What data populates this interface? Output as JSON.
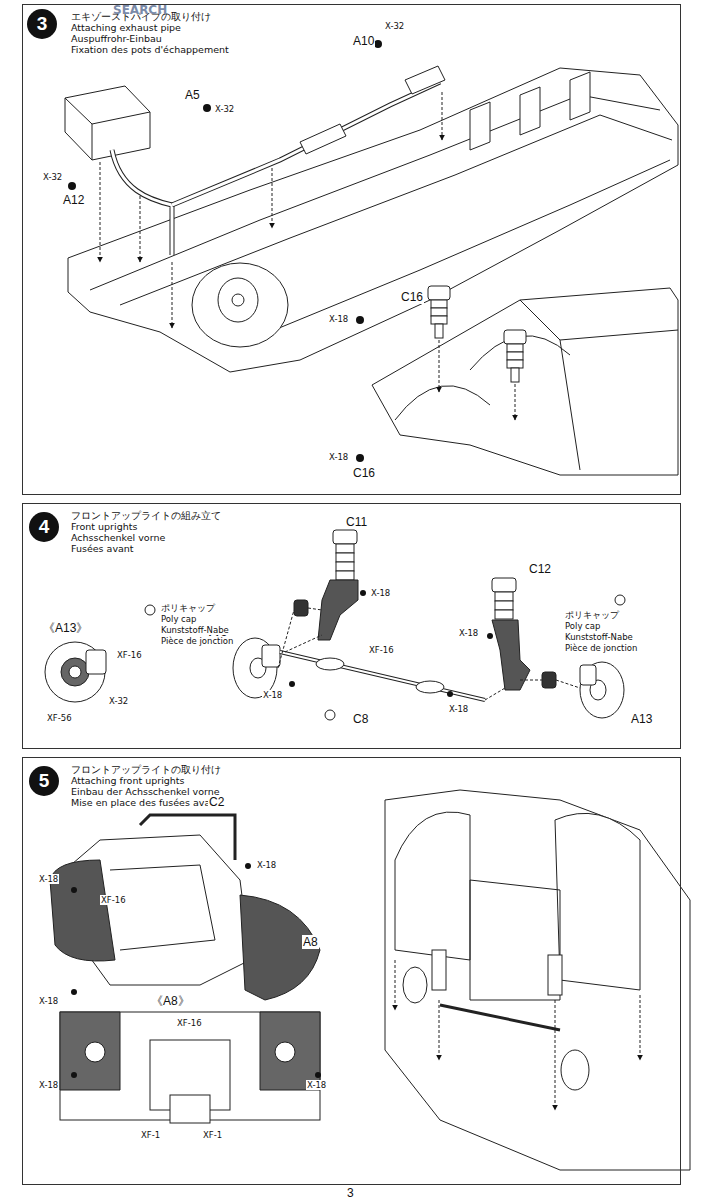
{
  "diagram": {
    "nodes": [
      {
        "text": [
          "エキゾーストパイプの取り付け",
          "Attaching exhaust pipe",
          "Auspuffrohr-Einbau",
          "Fixation des pots d'échappement"
        ]
      },
      {
        "text": [
          "3"
        ],
        "in": 0
      },
      {
        "text": [
          "フロントアップライトの組み立て",
          "Front uprights",
          "Achsschenkel vorne",
          "Fusées avant"
        ]
      },
      {
        "text": [
          "4"
        ],
        "in": 2
      },
      {
        "text": [
          "フロントアップライトの取り付け",
          "Attaching front uprights",
          "Einbau der Achsschenkel vorne",
          "Mise en place des fusées avant"
        ]
      },
      {
        "text": [
          "5"
        ],
        "in": 4
      }
    ],
    "labels": [
      "SEARCH",
      "X-32",
      "A10",
      "A5",
      "X-32",
      "X-32",
      "A12",
      "C16",
      "X-18",
      "X-18",
      "C16",
      "C11",
      "A13",
      "X-18",
      "ポリキャップ",
      "Poly cap",
      "Kunststoff-Nabe",
      "Pièce de jonction",
      "《A13》",
      "XF-16",
      "X-32",
      "XF-56",
      "X-18",
      "XF-16",
      "X-18",
      "C8",
      "C12",
      "X-18",
      "ポリキャップ",
      "Poly cap",
      "Kunststoff-Nabe",
      "Pièce de jonction",
      "A13",
      "C2",
      "X-18",
      "X-18",
      "XF-16",
      "A8",
      "X-18",
      "《A8》",
      "XF-16",
      "X-18",
      "X-18",
      "XF-1",
      "XF-1",
      "3"
    ]
  }
}
